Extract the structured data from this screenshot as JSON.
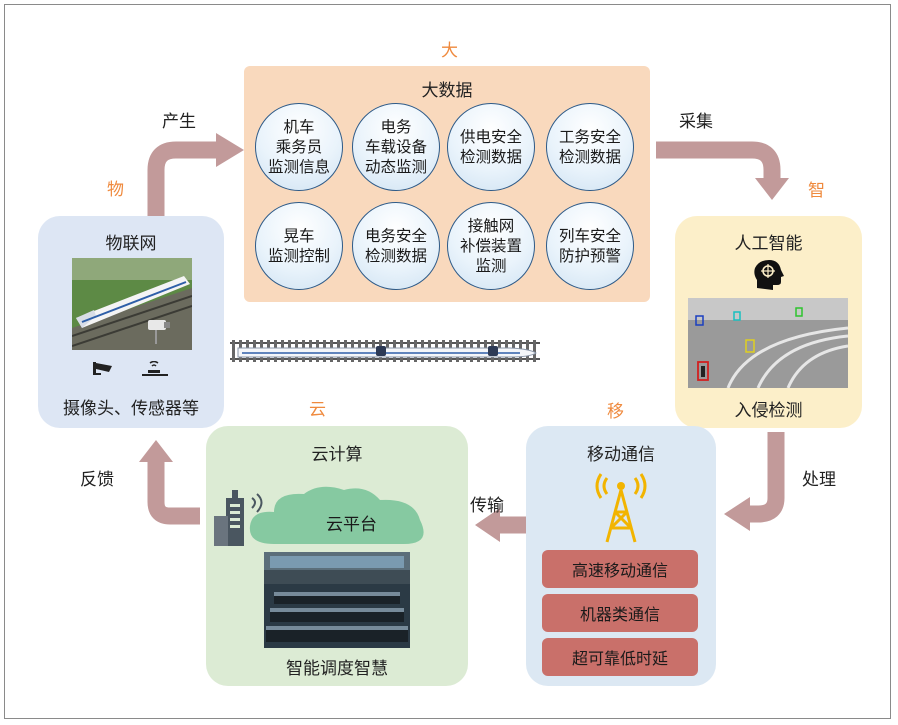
{
  "letters": {
    "da": "大",
    "zhi": "智",
    "wu": "物",
    "yun": "云",
    "yi": "移"
  },
  "flows": {
    "produce": "产生",
    "collect": "采集",
    "process": "处理",
    "transmit": "传输",
    "feedback": "反馈"
  },
  "big_data": {
    "title": "大数据",
    "items": [
      "机车\n乘务员\n监测信息",
      "电务\n车载设备\n动态监测",
      "供电安全\n检测数据",
      "工务安全\n检测数据",
      "晃车\n监测控制",
      "电务安全\n检测数据",
      "接触网\n补偿装置\n监测",
      "列车安全\n防护预警"
    ]
  },
  "iot": {
    "title": "物联网",
    "caption": "摄像头、传感器等"
  },
  "ai": {
    "title": "人工智能",
    "caption": "入侵检测"
  },
  "cloud": {
    "title": "云计算",
    "platform": "云平台",
    "caption": "智能调度智慧"
  },
  "mobile": {
    "title": "移动通信",
    "features": [
      "高速移动通信",
      "机器类通信",
      "超可靠低时延"
    ]
  },
  "colors": {
    "bigdata_bg": "#f9d9bd",
    "iot_bg": "#dde6f4",
    "ai_bg": "#fcefc9",
    "cloud_bg": "#dcebd4",
    "mobile_bg": "#dce8f3",
    "arrow": "#c29a9a",
    "letter": "#ef8a3e",
    "feature_bg": "#c9706a"
  }
}
